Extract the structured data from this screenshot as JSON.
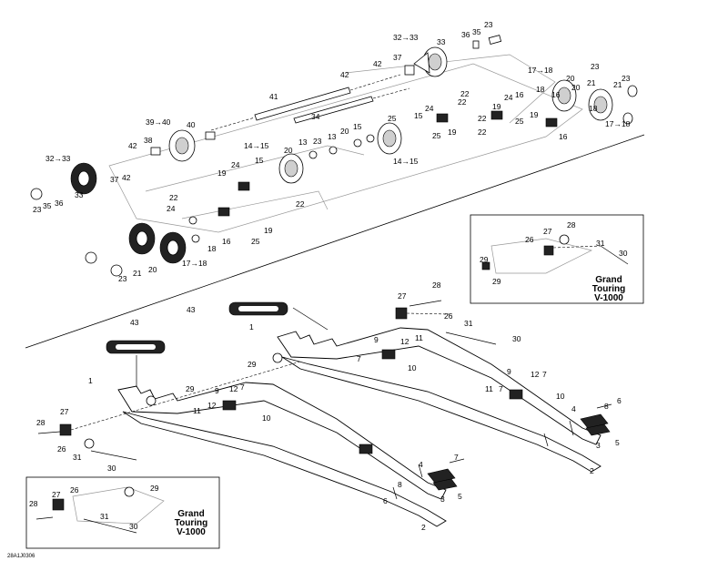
{
  "figure_code": "28A1J0306",
  "insets": [
    {
      "title_line1": "Grand",
      "title_line2": "Touring",
      "title_line3": "V-1000"
    },
    {
      "title_line1": "Grand",
      "title_line2": "Touring",
      "title_line3": "V-1000"
    }
  ],
  "upper_labels": [
    "32→33",
    "33",
    "36",
    "35",
    "23",
    "37",
    "42",
    "17→18",
    "23",
    "21",
    "20",
    "23",
    "21",
    "22",
    "19",
    "24",
    "16",
    "18",
    "20",
    "16",
    "18",
    "17→18",
    "15",
    "24",
    "25",
    "19",
    "25",
    "19",
    "16",
    "22",
    "41",
    "42",
    "34",
    "39→40",
    "40",
    "14→15",
    "20",
    "13",
    "23",
    "13",
    "20",
    "15",
    "25",
    "22",
    "22",
    "38",
    "42",
    "32→33",
    "37",
    "42",
    "19",
    "24",
    "15",
    "14→15",
    "33",
    "36",
    "35",
    "23",
    "22",
    "22",
    "24",
    "25",
    "19",
    "16",
    "18",
    "17→18",
    "20",
    "21",
    "23"
  ],
  "lower_labels": [
    "28",
    "27",
    "26",
    "31",
    "30",
    "43",
    "1",
    "12",
    "11",
    "9",
    "7",
    "10",
    "29",
    "43",
    "1",
    "29",
    "9",
    "12",
    "7",
    "11",
    "10",
    "27",
    "28",
    "26",
    "31",
    "30",
    "12",
    "11",
    "7",
    "10",
    "9",
    "12",
    "7",
    "8",
    "6",
    "4",
    "3",
    "5",
    "2",
    "8",
    "7",
    "4",
    "3",
    "5",
    "2",
    "6"
  ],
  "inset_labels": [
    [
      "28",
      "27",
      "26",
      "31",
      "30",
      "29",
      "29"
    ],
    [
      "28",
      "27",
      "26",
      "31",
      "30",
      "29"
    ]
  ]
}
